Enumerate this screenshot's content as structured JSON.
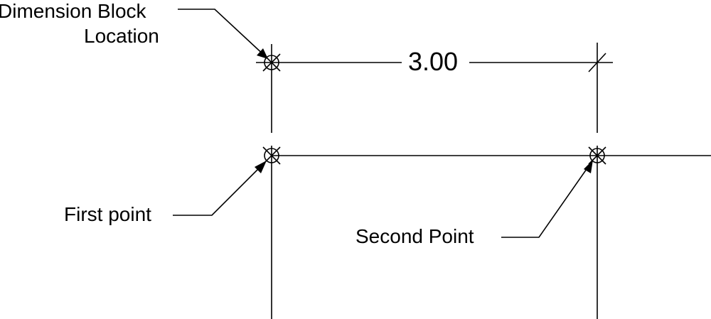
{
  "labels": {
    "dimension_block_line1": "Dimension Block",
    "dimension_block_line2": "Location",
    "first_point": "First point",
    "second_point": "Second Point",
    "dimension_value": "3.00"
  },
  "colors": {
    "line": "#000000",
    "background": "#ffffff"
  }
}
